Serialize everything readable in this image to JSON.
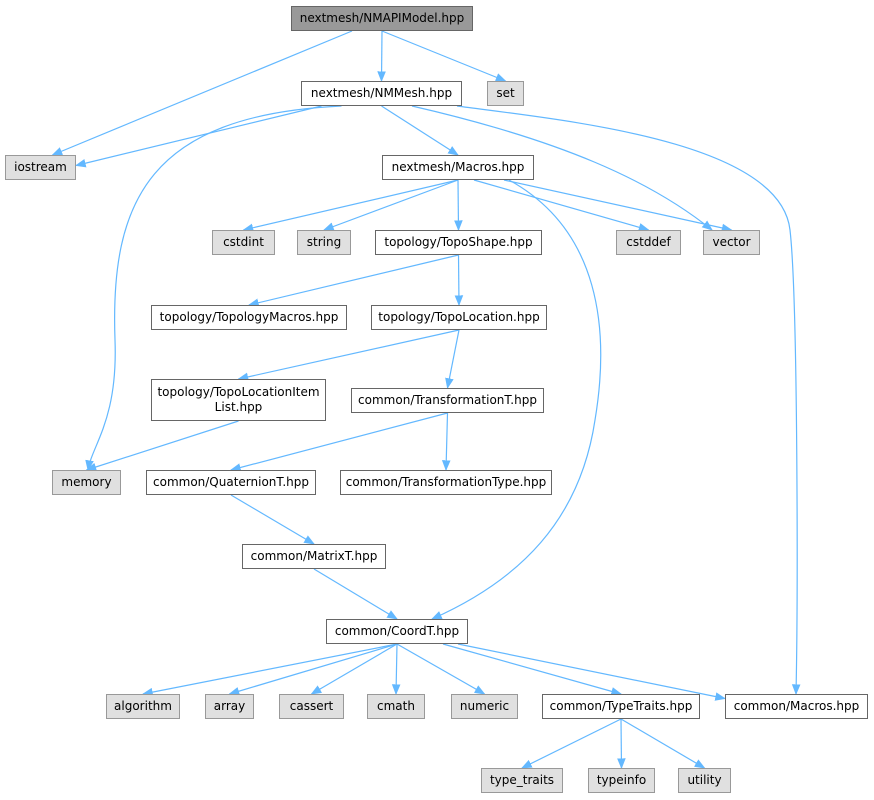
{
  "colors": {
    "edge": "#63b8ff",
    "root_fill": "#999999",
    "system_fill": "#e0e0e0",
    "file_fill": "#ffffff"
  },
  "nodes": [
    {
      "id": "nmapimodel",
      "label": "nextmesh/NMAPIModel.hpp",
      "kind": "root"
    },
    {
      "id": "nmmesh",
      "label": "nextmesh/NMMesh.hpp",
      "kind": "file"
    },
    {
      "id": "set",
      "label": "set",
      "kind": "system"
    },
    {
      "id": "iostream",
      "label": "iostream",
      "kind": "system"
    },
    {
      "id": "nm_macros",
      "label": "nextmesh/Macros.hpp",
      "kind": "file"
    },
    {
      "id": "cstdint",
      "label": "cstdint",
      "kind": "system"
    },
    {
      "id": "string",
      "label": "string",
      "kind": "system"
    },
    {
      "id": "toposhape",
      "label": "topology/TopoShape.hpp",
      "kind": "file"
    },
    {
      "id": "cstddef",
      "label": "cstddef",
      "kind": "system"
    },
    {
      "id": "vector",
      "label": "vector",
      "kind": "system"
    },
    {
      "id": "topomacros",
      "label": "topology/TopologyMacros.hpp",
      "kind": "file"
    },
    {
      "id": "topolocation",
      "label": "topology/TopoLocation.hpp",
      "kind": "file"
    },
    {
      "id": "topolocitemlist",
      "label": "topology/TopoLocationItem List.hpp",
      "kind": "file"
    },
    {
      "id": "transformationt",
      "label": "common/TransformationT.hpp",
      "kind": "file"
    },
    {
      "id": "memory",
      "label": "memory",
      "kind": "system"
    },
    {
      "id": "quaterniont",
      "label": "common/QuaternionT.hpp",
      "kind": "file"
    },
    {
      "id": "transformationtype",
      "label": "common/TransformationType.hpp",
      "kind": "file"
    },
    {
      "id": "matrixt",
      "label": "common/MatrixT.hpp",
      "kind": "file"
    },
    {
      "id": "coordt",
      "label": "common/CoordT.hpp",
      "kind": "file"
    },
    {
      "id": "algorithm",
      "label": "algorithm",
      "kind": "system"
    },
    {
      "id": "array",
      "label": "array",
      "kind": "system"
    },
    {
      "id": "cassert",
      "label": "cassert",
      "kind": "system"
    },
    {
      "id": "cmath",
      "label": "cmath",
      "kind": "system"
    },
    {
      "id": "numeric",
      "label": "numeric",
      "kind": "system"
    },
    {
      "id": "typetraits",
      "label": "common/TypeTraits.hpp",
      "kind": "file"
    },
    {
      "id": "common_macros",
      "label": "common/Macros.hpp",
      "kind": "file"
    },
    {
      "id": "type_traits",
      "label": "type_traits",
      "kind": "system"
    },
    {
      "id": "typeinfo",
      "label": "typeinfo",
      "kind": "system"
    },
    {
      "id": "utility",
      "label": "utility",
      "kind": "system"
    }
  ],
  "edges": [
    [
      "nmapimodel",
      "iostream"
    ],
    [
      "nmapimodel",
      "nmmesh"
    ],
    [
      "nmapimodel",
      "set"
    ],
    [
      "nmmesh",
      "iostream"
    ],
    [
      "nmmesh",
      "memory"
    ],
    [
      "nmmesh",
      "nm_macros"
    ],
    [
      "nmmesh",
      "vector"
    ],
    [
      "nmmesh",
      "common_macros"
    ],
    [
      "nm_macros",
      "cstdint"
    ],
    [
      "nm_macros",
      "string"
    ],
    [
      "nm_macros",
      "toposhape"
    ],
    [
      "nm_macros",
      "cstddef"
    ],
    [
      "nm_macros",
      "vector"
    ],
    [
      "nm_macros",
      "coordt"
    ],
    [
      "toposhape",
      "topomacros"
    ],
    [
      "toposhape",
      "topolocation"
    ],
    [
      "topolocation",
      "topolocitemlist"
    ],
    [
      "topolocation",
      "transformationt"
    ],
    [
      "topolocitemlist",
      "memory"
    ],
    [
      "transformationt",
      "quaterniont"
    ],
    [
      "transformationt",
      "transformationtype"
    ],
    [
      "quaterniont",
      "matrixt"
    ],
    [
      "matrixt",
      "coordt"
    ],
    [
      "coordt",
      "algorithm"
    ],
    [
      "coordt",
      "array"
    ],
    [
      "coordt",
      "cassert"
    ],
    [
      "coordt",
      "cmath"
    ],
    [
      "coordt",
      "numeric"
    ],
    [
      "coordt",
      "typetraits"
    ],
    [
      "coordt",
      "common_macros"
    ],
    [
      "typetraits",
      "type_traits"
    ],
    [
      "typetraits",
      "typeinfo"
    ],
    [
      "typetraits",
      "utility"
    ]
  ]
}
